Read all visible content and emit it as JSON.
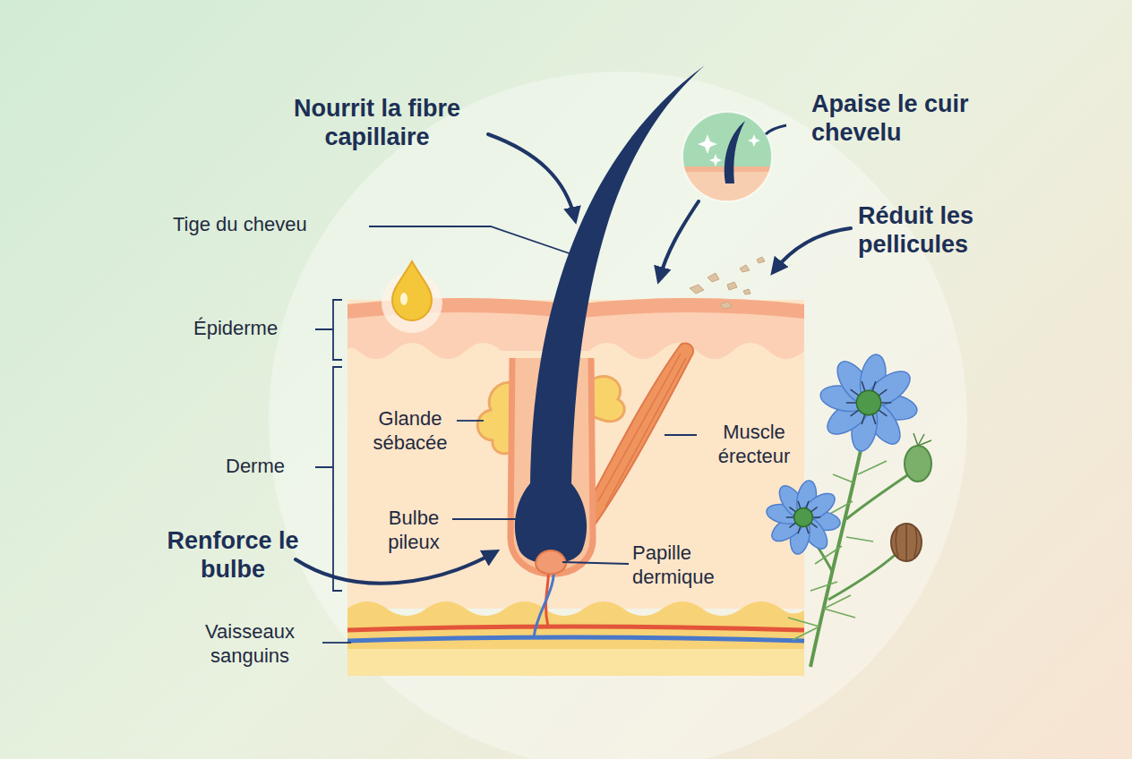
{
  "diagram": {
    "labels": [
      "Nourrit la fibre capillaire",
      "Apaise le cuir chevelu",
      "Tige du cheveu",
      "Réduit les pellicules",
      "Épiderme",
      "Glande sébacée",
      "Muscle érecteur",
      "Derme",
      "Renforce le bulbe",
      "Bulbe pileux",
      "Papille dermique",
      "Vaisseaux sanguins"
    ]
  }
}
